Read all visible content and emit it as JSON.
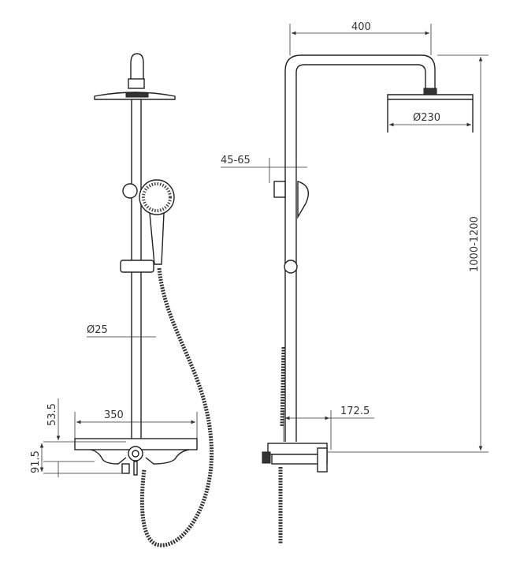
{
  "dimensions": {
    "arm_length": "400",
    "head_diameter": "Ø230",
    "wall_distance": "45-65",
    "height_range": "1000-1200",
    "shelf_depth": "172.5",
    "pipe_diameter": "Ø25",
    "shelf_offset": "53.5",
    "shelf_width": "350",
    "mixer_height": "91.5"
  }
}
